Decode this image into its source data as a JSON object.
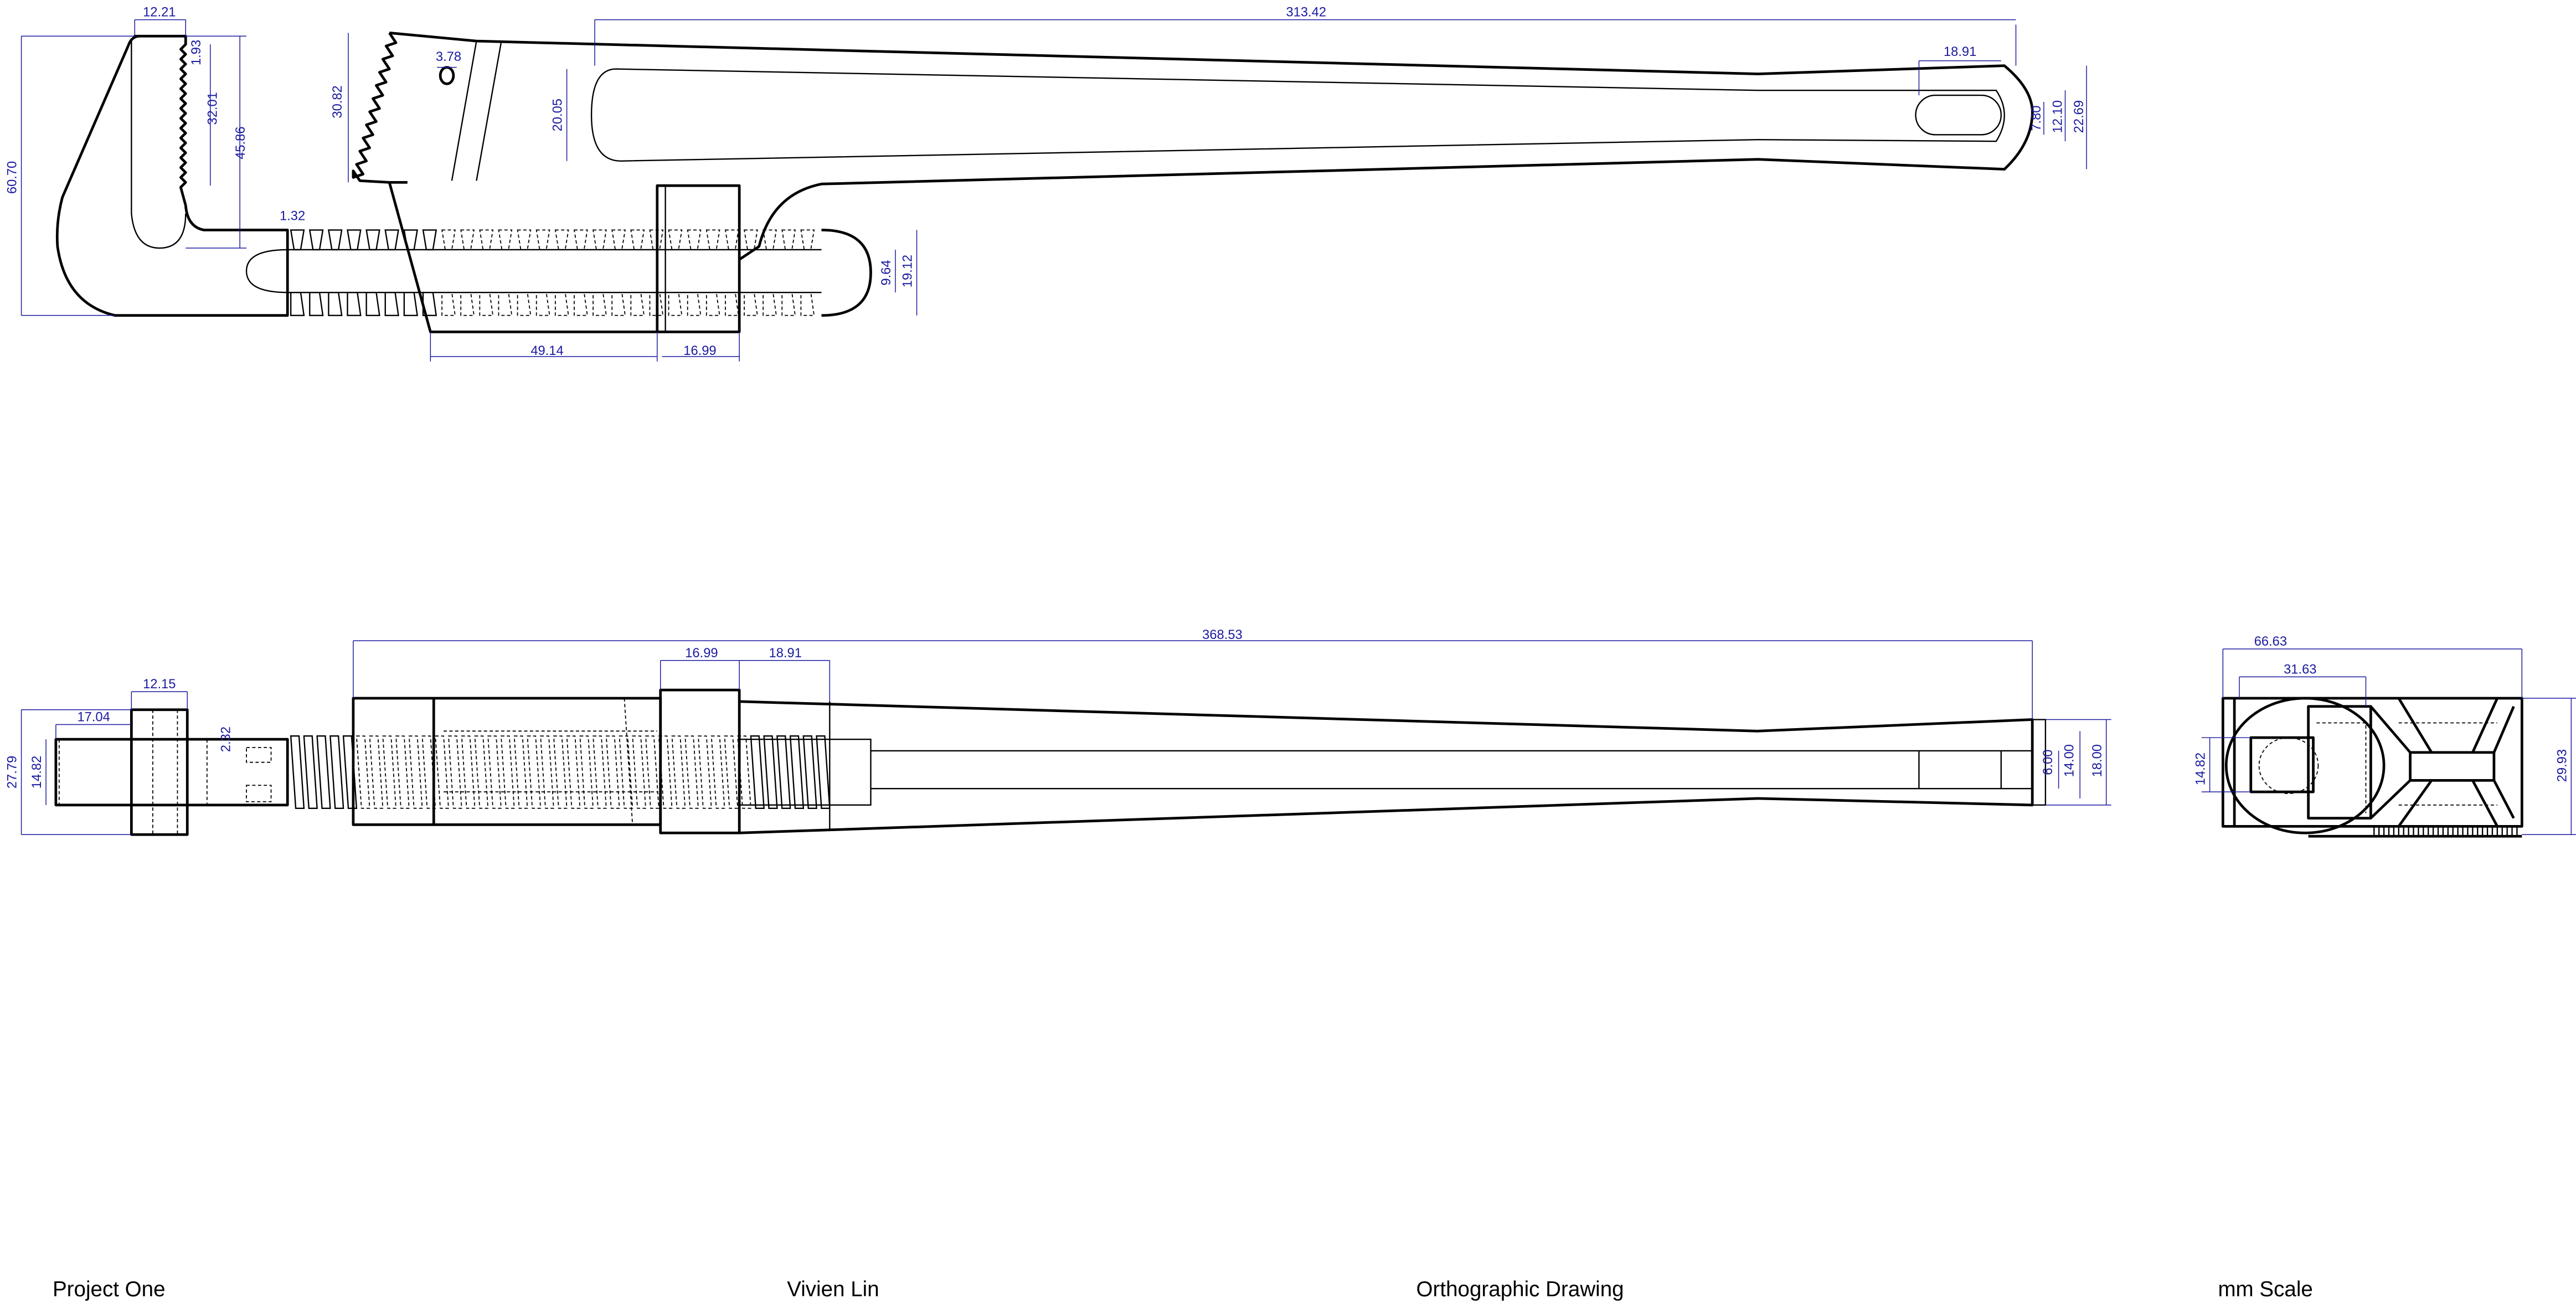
{
  "top_view": {
    "dims": {
      "jaw_width": "12.21",
      "tooth_pitch": "1.93",
      "teeth_length": "32.01",
      "jaw_depth": "45.86",
      "overall_height": "60.70",
      "upper_teeth": "30.82",
      "pin_dia": "3.78",
      "thread_pitch": "1.32",
      "handle_length": "313.42",
      "handle_height": "20.05",
      "slot_length": "18.91",
      "slot_width": "7.80",
      "handle_end_inner": "12.10",
      "handle_end_outer": "22.69",
      "rod_inner": "9.64",
      "rod_outer": "19.12",
      "thread_length": "49.14",
      "nut_width": "16.99"
    }
  },
  "front_view": {
    "dims": {
      "overall_length": "368.53",
      "nut_width": "16.99",
      "collar_width": "18.91",
      "flange_width": "12.15",
      "bar_offset": "17.04",
      "flange_height": "27.79",
      "bar_height": "14.82",
      "groove": "2.32",
      "end_inner": "6.00",
      "end_mid": "14.00",
      "end_outer": "18.00"
    }
  },
  "side_view": {
    "dims": {
      "overall_width": "66.63",
      "head_width": "31.63",
      "bar_height": "14.82",
      "overall_height": "29.93"
    }
  },
  "footer": {
    "project": "Project One",
    "author": "Vivien Lin",
    "title": "Orthographic Drawing",
    "scale": "mm Scale"
  }
}
